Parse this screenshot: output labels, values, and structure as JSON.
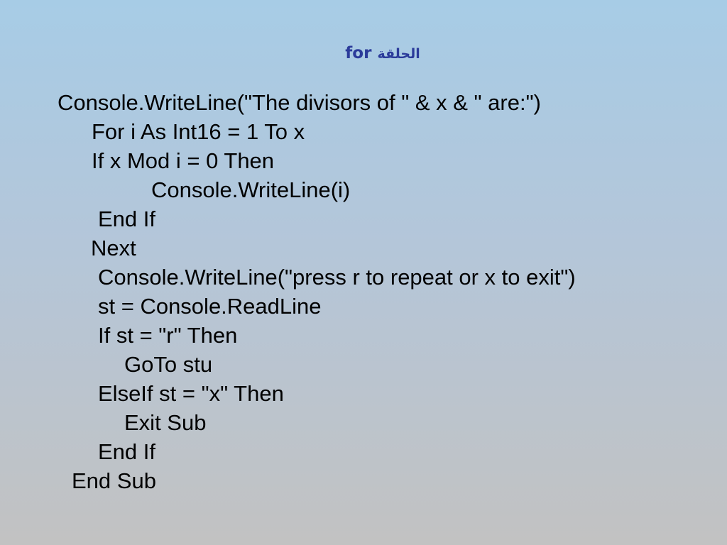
{
  "title": {
    "keyword": "for",
    "arabic": "الحلقة"
  },
  "code_lines": [
    "Console.WriteLine(\"The divisors of \" & x & \" are:\")",
    "For i As Int16 = 1 To x",
    "If x Mod i = 0 Then",
    "Console.WriteLine(i)",
    "End If",
    "Next",
    "Console.WriteLine(\"press r to repeat or x to exit\")",
    "st = Console.ReadLine",
    "If st = \"r\" Then",
    "GoTo stu",
    "ElseIf st = \"x\" Then",
    "Exit Sub",
    "End If",
    "End Sub"
  ]
}
